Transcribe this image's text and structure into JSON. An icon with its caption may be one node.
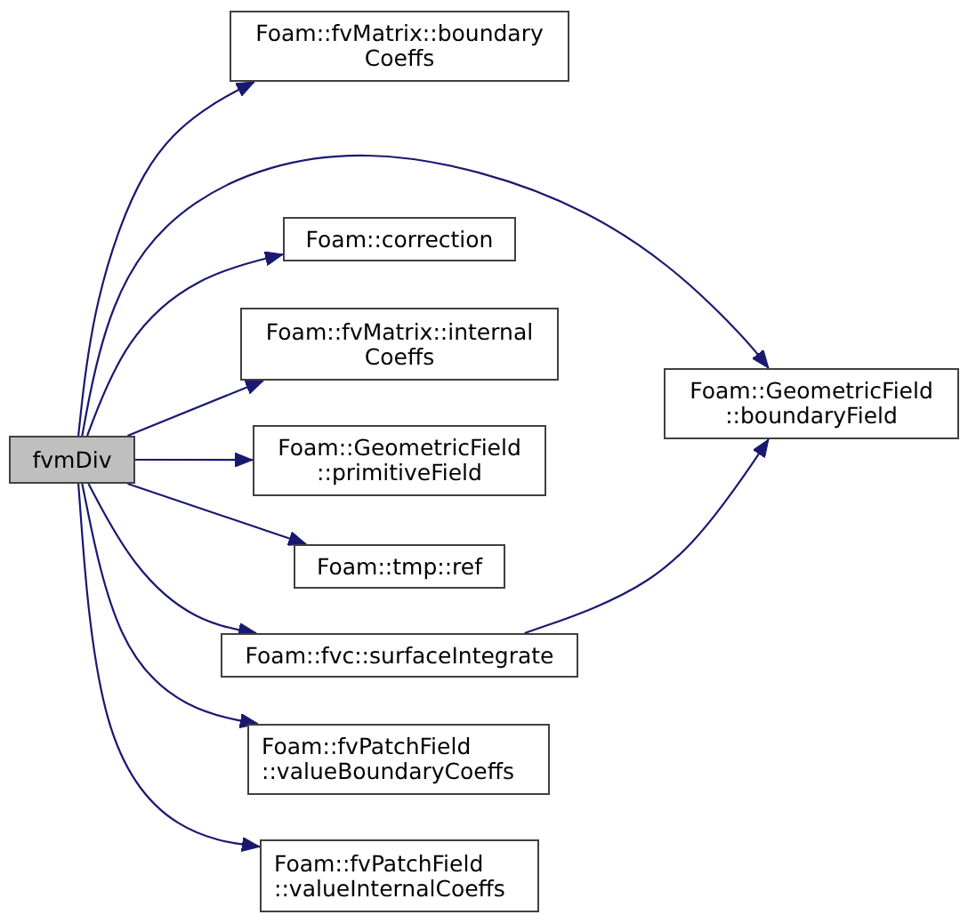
{
  "diagram": {
    "nodes": [
      {
        "text": [
          "fvmDiv"
        ]
      },
      {
        "text": [
          "Foam::fvMatrix::boundary Coeffs"
        ]
      },
      {
        "text": [
          "Foam::correction"
        ]
      },
      {
        "text": [
          "Foam::fvMatrix::internal Coeffs"
        ]
      },
      {
        "text": [
          "Foam::GeometricField ::primitiveField"
        ]
      },
      {
        "text": [
          "Foam::tmp::ref"
        ]
      },
      {
        "text": [
          "Foam::fvc::surfaceIntegrate"
        ]
      },
      {
        "text": [
          "Foam::fvPatchField ::valueBoundaryCoeffs"
        ]
      },
      {
        "text": [
          "Foam::fvPatchField ::valueInternalCoeffs"
        ]
      },
      {
        "text": [
          "Foam::GeometricField ::boundaryField"
        ]
      }
    ],
    "edges": [
      {
        "from": 0,
        "to": 1,
        "arrow": "to"
      },
      {
        "from": 0,
        "to": 2,
        "arrow": "to"
      },
      {
        "from": 0,
        "to": 3,
        "arrow": "to"
      },
      {
        "from": 0,
        "to": 4,
        "arrow": "to"
      },
      {
        "from": 0,
        "to": 5,
        "arrow": "to"
      },
      {
        "from": 0,
        "to": 6,
        "arrow": "to"
      },
      {
        "from": 0,
        "to": 7,
        "arrow": "to"
      },
      {
        "from": 0,
        "to": 8,
        "arrow": "to"
      },
      {
        "from": 0,
        "to": 9,
        "arrow": "to"
      },
      {
        "from": 6,
        "to": 9,
        "arrow": "to"
      }
    ]
  }
}
